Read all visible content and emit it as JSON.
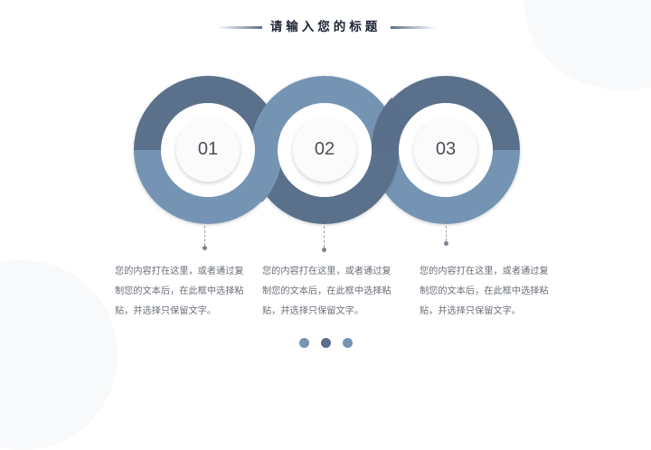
{
  "slide": {
    "title": "请输入您的标题",
    "colors": {
      "dark_ring": "#5a6f8b",
      "light_ring": "#7594b4",
      "title_text": "#1d2433",
      "body_text": "#6a6f77",
      "background": "#ffffff",
      "bg_decor": "#f8f9fb"
    },
    "steps": [
      {
        "number": "01",
        "text": "您的内容打在这里，或者通过复制您的文本后，在此框中选择粘贴，并选择只保留文字。"
      },
      {
        "number": "02",
        "text": "您的内容打在这里，或者通过复制您的文本后，在此框中选择粘贴，并选择只保留文字。"
      },
      {
        "number": "03",
        "text": "您的内容打在这里，或者通过复制您的文本后，在此框中选择粘贴，并选择只保留文字。"
      }
    ],
    "pagination": {
      "dots": [
        {
          "color": "#7594b4",
          "active": false
        },
        {
          "color": "#5a6f8b",
          "active": true
        },
        {
          "color": "#7594b4",
          "active": false
        }
      ]
    }
  }
}
